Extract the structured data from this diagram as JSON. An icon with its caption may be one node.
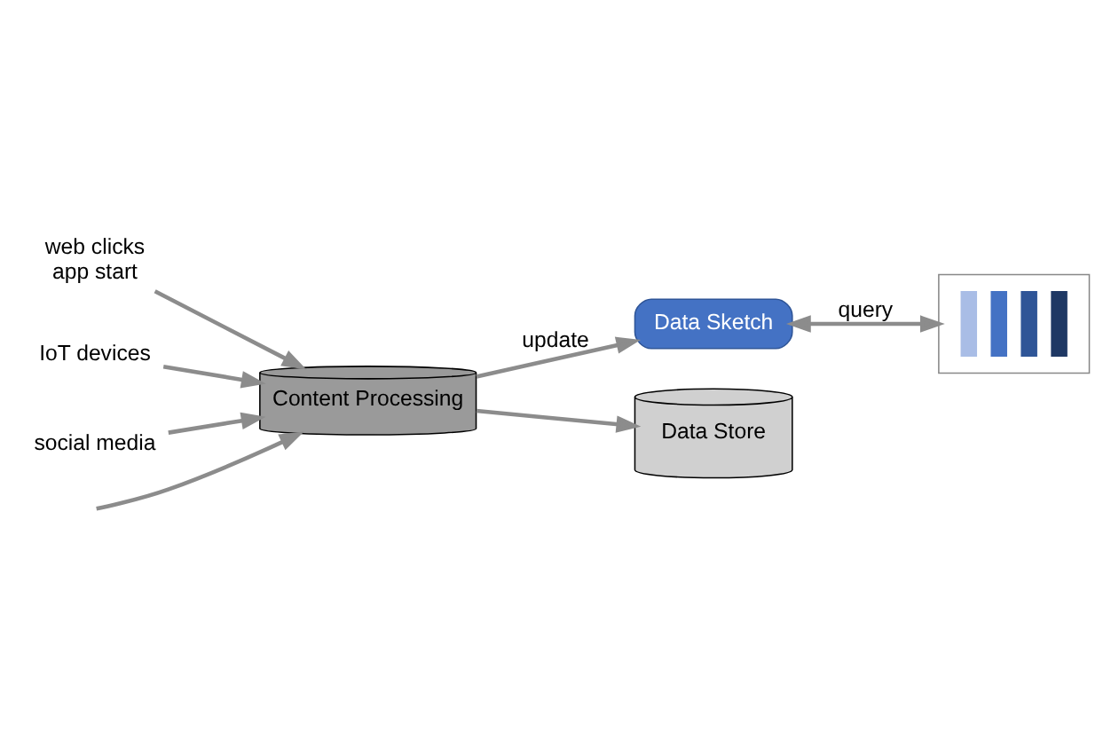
{
  "diagram": {
    "nodes": [
      {
        "text": [
          "web clicks",
          "app start"
        ]
      },
      {
        "text": [
          "IoT devices"
        ]
      },
      {
        "text": [
          "social media"
        ]
      },
      {
        "text": [
          "Content Processing"
        ]
      },
      {
        "text": [
          "Data Sketch"
        ]
      },
      {
        "text": [
          "Data Store"
        ]
      },
      {
        "text": [],
        "shape": "picture"
      }
    ],
    "edges": [
      {
        "from": 0,
        "to": 3,
        "arrow": "to"
      },
      {
        "from": 1,
        "to": 3,
        "arrow": "to"
      },
      {
        "from": 2,
        "to": 3,
        "arrow": "to"
      },
      {
        "from": null,
        "to": 3,
        "arrow": "to"
      },
      {
        "from": 3,
        "to": 4,
        "arrow": "to",
        "label": "update"
      },
      {
        "from": 3,
        "to": 5,
        "arrow": "to"
      },
      {
        "from": 4,
        "to": 6,
        "arrow": "both",
        "label": "query"
      }
    ]
  }
}
